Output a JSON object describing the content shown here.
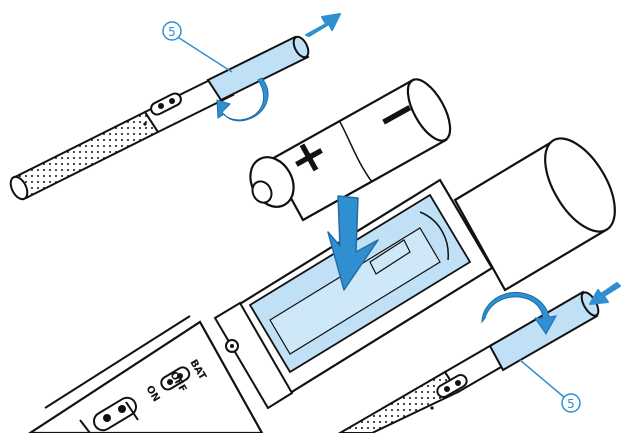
{
  "callouts": {
    "top": {
      "number": "5"
    },
    "bottom": {
      "number": "5"
    }
  },
  "battery": {
    "plus_symbol": "+",
    "minus_symbol": "−"
  },
  "switch": {
    "bat_label": "BAT",
    "off_label": "OFF",
    "on_label": "ON"
  },
  "colors": {
    "accent_blue": "#2f8fd0",
    "light_blue": "#bfe0f5",
    "outline": "#111111"
  },
  "icons": [
    "arrow-right-icon",
    "arrow-down-icon",
    "arrow-left-icon",
    "rotate-icon"
  ]
}
